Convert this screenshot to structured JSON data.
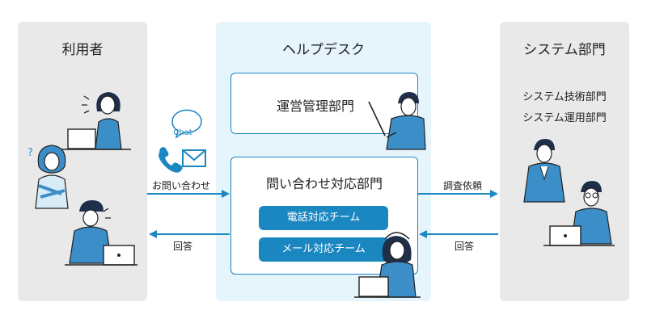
{
  "users": {
    "title": "利用者"
  },
  "helpdesk": {
    "title": "ヘルプデスク",
    "mgmt": "運営管理部門",
    "inquiry": "問い合わせ対応部門",
    "phone_team": "電話対応チーム",
    "mail_team": "メール対応チーム"
  },
  "system": {
    "title": "システム部門",
    "dept1": "システム技術部門",
    "dept2": "システム運用部門"
  },
  "arrows": {
    "inquiry": "お問い合わせ",
    "answer_left": "回答",
    "request": "調査依頼",
    "answer_right": "回答"
  },
  "chat_label": "Chat",
  "colors": {
    "accent": "#1b87c1",
    "panel_gray": "#e9e9e9",
    "panel_blue": "#e6f4fc"
  }
}
